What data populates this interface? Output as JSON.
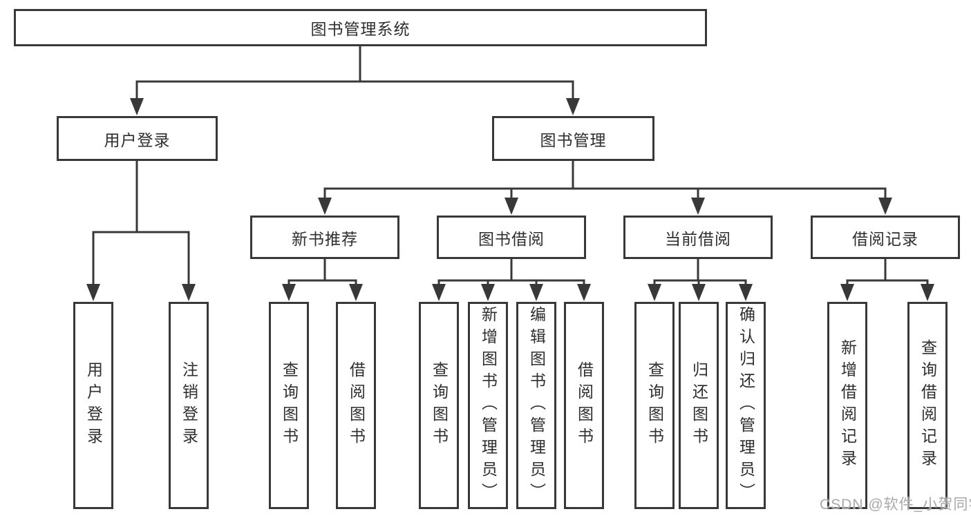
{
  "tree": {
    "root": {
      "label": "图书管理系统",
      "children": [
        {
          "label": "用户登录",
          "children": [
            {
              "label": "用户登录"
            },
            {
              "label": "注销登录"
            }
          ]
        },
        {
          "label": "图书管理",
          "children": [
            {
              "label": "新书推荐",
              "children": [
                {
                  "label": "查询图书"
                },
                {
                  "label": "借阅图书"
                }
              ]
            },
            {
              "label": "图书借阅",
              "children": [
                {
                  "label": "查询图书"
                },
                {
                  "label": "新增图书（管理员）"
                },
                {
                  "label": "编辑图书（管理员）"
                },
                {
                  "label": "借阅图书"
                }
              ]
            },
            {
              "label": "当前借阅",
              "children": [
                {
                  "label": "查询图书"
                },
                {
                  "label": "归还图书"
                },
                {
                  "label": "确认归还（管理员）"
                }
              ]
            },
            {
              "label": "借阅记录",
              "children": [
                {
                  "label": "新增借阅记录"
                },
                {
                  "label": "查询借阅记录"
                }
              ]
            }
          ]
        }
      ]
    }
  },
  "watermark": {
    "text": "CSDN @软件_小贺同学"
  },
  "colors": {
    "line": "#383838",
    "text": "#2e2e2e",
    "watermark": "#a8a8a8",
    "background": "#ffffff"
  }
}
